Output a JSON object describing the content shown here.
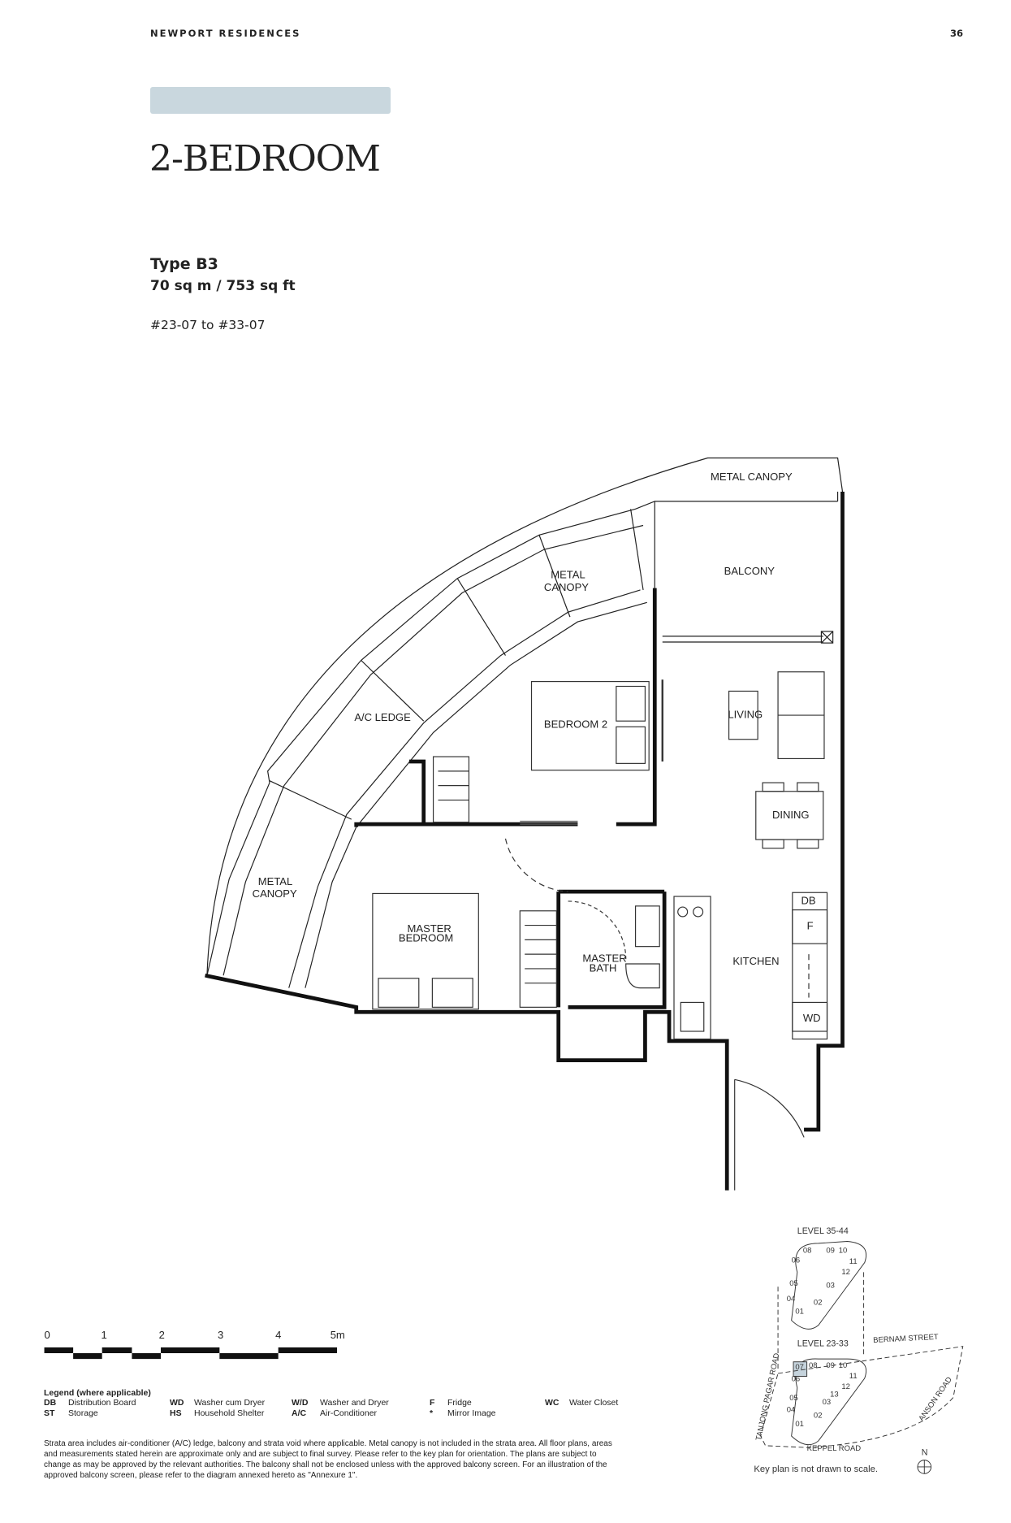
{
  "header": {
    "brand": "NEWPORT RESIDENCES",
    "page_number": "36"
  },
  "accent_color": "#c9d7de",
  "highlight_color": "#c5d3dc",
  "title": "2-BEDROOM",
  "unit": {
    "type": "Type B3",
    "area": "70 sq m / 753 sq ft",
    "units": "#23-07 to #33-07"
  },
  "plan_labels": {
    "metal_canopy_top": "METAL CANOPY",
    "balcony": "BALCONY",
    "metal_canopy_mid_1": "METAL",
    "metal_canopy_mid_2": "CANOPY",
    "ac_ledge": "A/C LEDGE",
    "bedroom2": "BEDROOM 2",
    "living": "LIVING",
    "dining": "DINING",
    "metal_canopy_left_1": "METAL",
    "metal_canopy_left_2": "CANOPY",
    "master_bedroom_1": "MASTER",
    "master_bedroom_2": "BEDROOM",
    "master_bath_1": "MASTER",
    "master_bath_2": "BATH",
    "kitchen": "KITCHEN",
    "db": "DB",
    "f": "F",
    "wd": "WD"
  },
  "scale_bar": {
    "ticks": [
      "0",
      "1",
      "2",
      "3",
      "4",
      "5m"
    ]
  },
  "legend": {
    "heading": "Legend (where applicable)",
    "items": [
      {
        "code": "DB",
        "label": "Distribution Board"
      },
      {
        "code": "WD",
        "label": "Washer cum Dryer"
      },
      {
        "code": "W/D",
        "label": "Washer and Dryer"
      },
      {
        "code": "F",
        "label": "Fridge"
      },
      {
        "code": "WC",
        "label": "Water Closet"
      },
      {
        "code": "ST",
        "label": "Storage"
      },
      {
        "code": "HS",
        "label": "Household Shelter"
      },
      {
        "code": "A/C",
        "label": "Air-Conditioner"
      },
      {
        "code": "*",
        "label": "Mirror Image"
      }
    ]
  },
  "note": "Strata area includes air-conditioner (A/C) ledge, balcony and strata void where applicable. Metal canopy is not included in the strata area. All floor plans, areas and measurements stated herein are approximate only and are subject to final survey. Please refer to the key plan for orientation. The plans are subject to change as may be approved by the relevant authorities. The balcony shall not be enclosed unless with the approved balcony screen. For an illustration of the approved balcony screen, please refer to the diagram annexed hereto as \"Annexure 1\".",
  "key_plan": {
    "upper_level": "LEVEL 35-44",
    "lower_level": "LEVEL 23-33",
    "upper_units": [
      "08",
      "09",
      "10",
      "11",
      "06",
      "12",
      "05",
      "03",
      "04",
      "02",
      "01"
    ],
    "lower_units": [
      "07",
      "08",
      "09",
      "10",
      "11",
      "06",
      "12",
      "13",
      "05",
      "03",
      "04",
      "02",
      "01"
    ],
    "highlighted_unit": "07",
    "roads": {
      "north": "BERNAM STREET",
      "west": "TANJONG PAGAR ROAD",
      "east": "ANSON ROAD",
      "south": "KEPPEL ROAD"
    },
    "north": "N",
    "disclaimer": "Key plan is not drawn to scale."
  }
}
